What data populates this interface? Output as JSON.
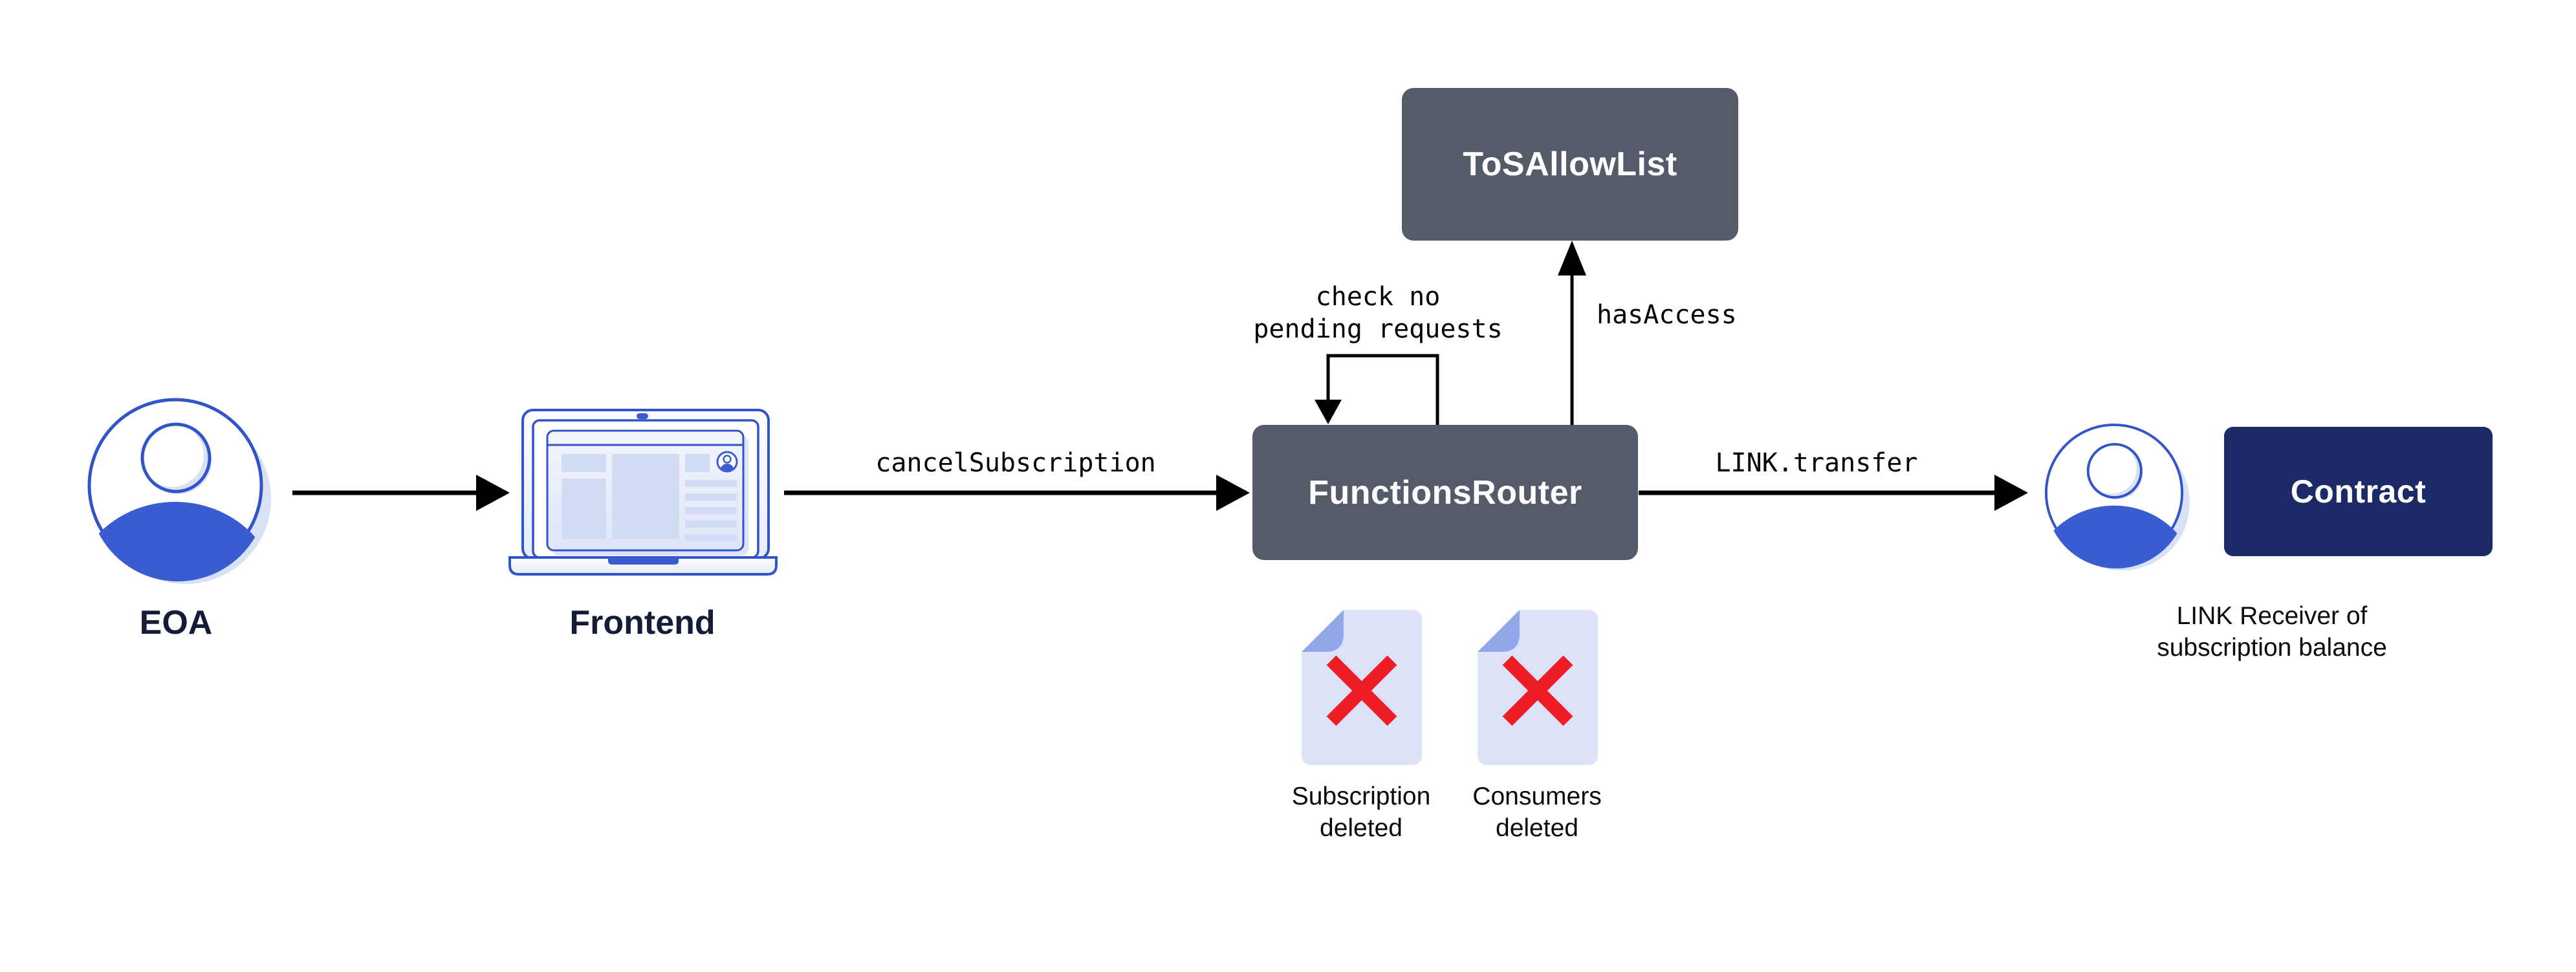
{
  "nodes": {
    "eoa": {
      "label": "EOA",
      "icon": "person-avatar-icon"
    },
    "frontend": {
      "label": "Frontend",
      "icon": "laptop-icon"
    },
    "tos_allow_list": {
      "label": "ToSAllowList"
    },
    "functions_router": {
      "label": "FunctionsRouter"
    },
    "contract": {
      "label": "Contract"
    },
    "link_receiver": {
      "icon": "person-avatar-icon",
      "caption": "LINK Receiver of\nsubscription balance"
    },
    "subscription_doc": {
      "icon": "deleted-document-icon",
      "caption": "Subscription\ndeleted"
    },
    "consumers_doc": {
      "icon": "deleted-document-icon",
      "caption": "Consumers\ndeleted"
    }
  },
  "edges": {
    "frontend_to_router": {
      "label": "cancelSubscription"
    },
    "router_self_loop": {
      "label": "check no\npending requests"
    },
    "router_to_tos": {
      "label": "hasAccess"
    },
    "router_to_receiver": {
      "label": "LINK.transfer"
    }
  },
  "colors": {
    "background": "#ffffff",
    "box_gray": "#555B69",
    "box_navy": "#1C2A68",
    "brand_blue": "#3A5CD1",
    "stroke_blue": "#3254CB",
    "shadow_lavender": "#D9E1F7",
    "doc_body": "#DCE3F7",
    "doc_fold": "#93A7EA",
    "error_red": "#EE1D25",
    "arrow_black": "#000000",
    "label_navy": "#151C38"
  }
}
